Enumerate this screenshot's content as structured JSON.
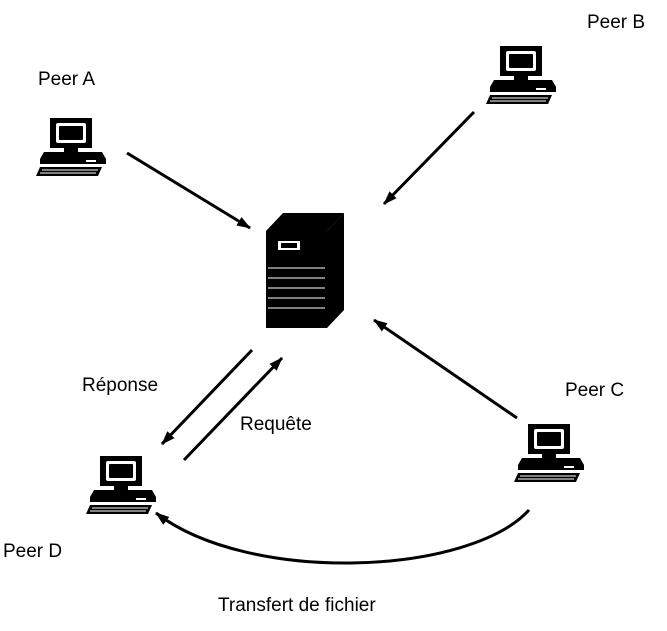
{
  "labels": {
    "peer_a": "Peer A",
    "peer_b": "Peer B",
    "peer_c": "Peer C",
    "peer_d": "Peer D",
    "response": "Réponse",
    "request": "Requête",
    "transfer": "Transfert de fichier"
  },
  "colors": {
    "ink": "#000000",
    "screen": "#ffffff",
    "background": "#ffffff"
  },
  "icons": {
    "server": "server-tower-icon",
    "peer": "desktop-computer-icon"
  }
}
